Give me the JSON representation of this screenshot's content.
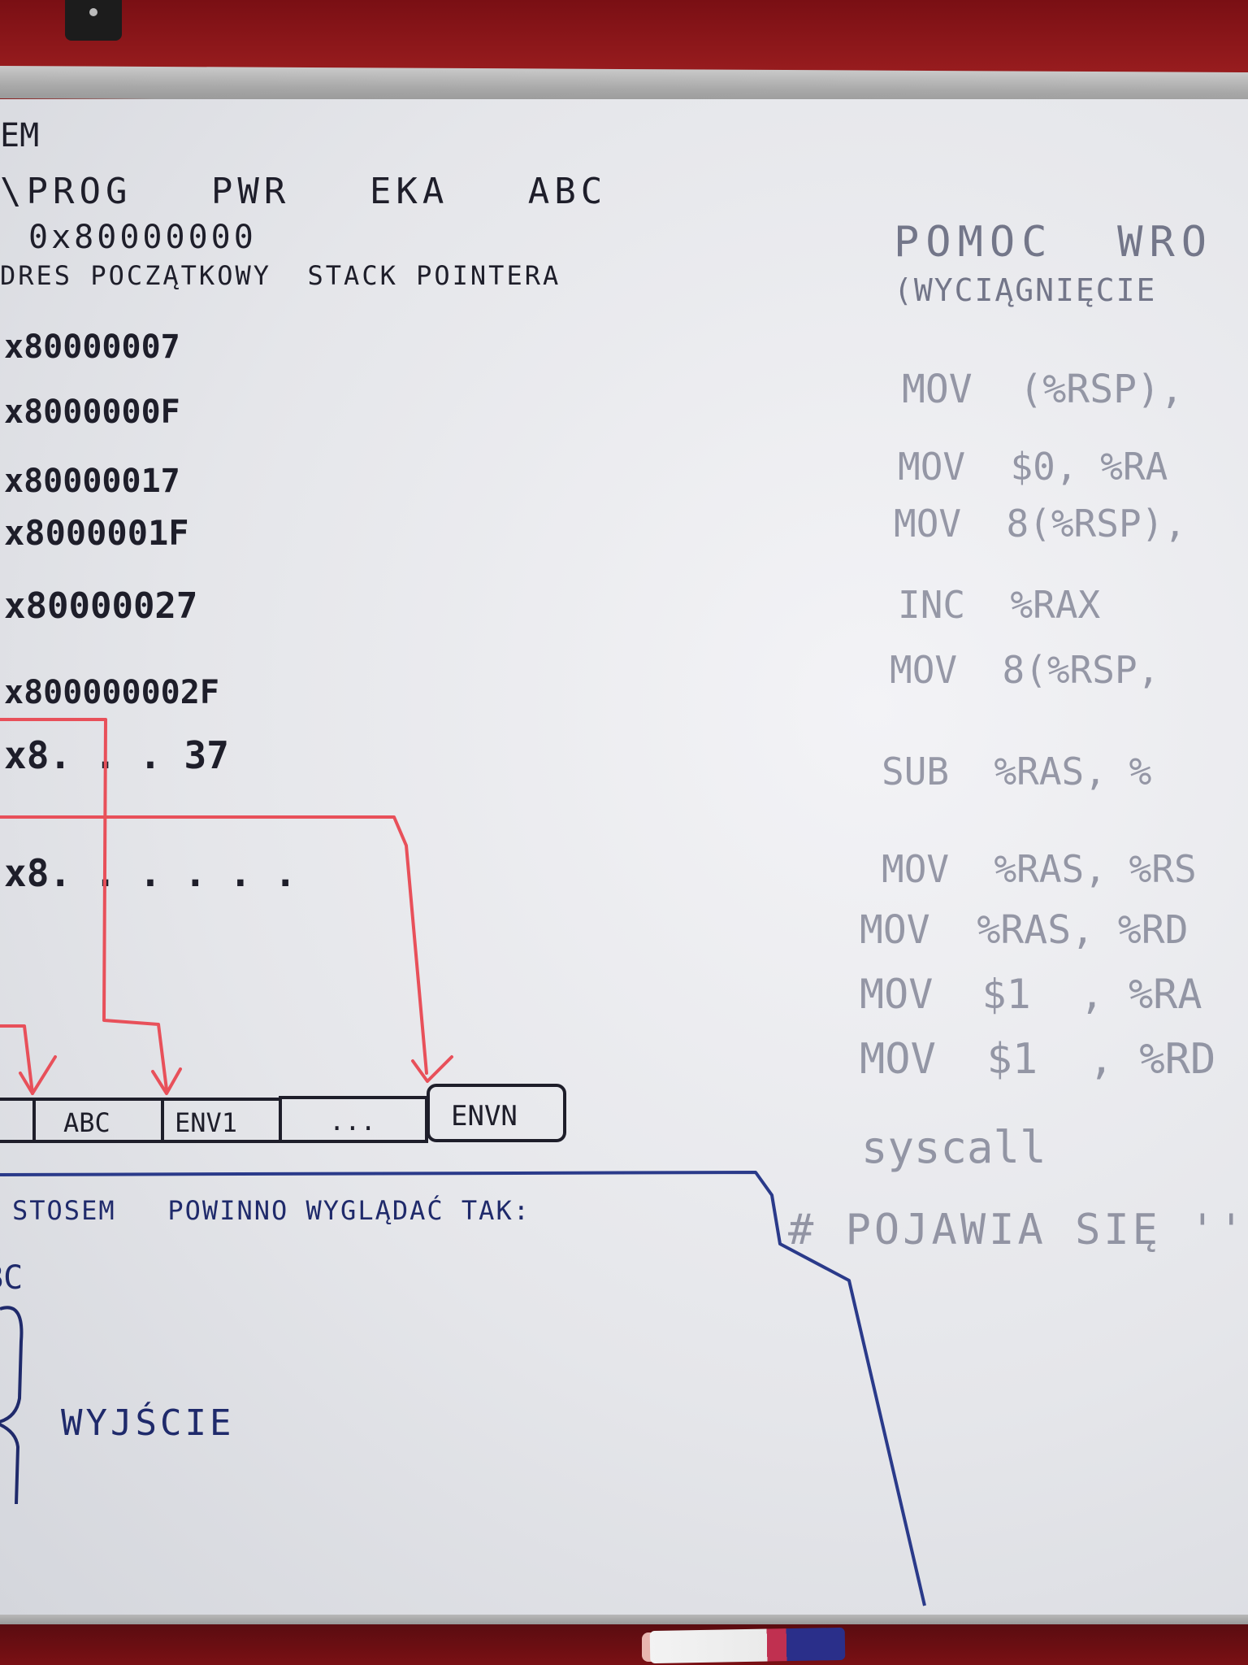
{
  "board": {
    "header_partial": "EM",
    "line_prog": "\\PROG   PWR   EKA   ABC",
    "address_base": "0x80000000",
    "stack_label": "DRES POCZĄTKOWY  STACK POINTERA",
    "addresses": [
      "x80000007",
      "x8000000F",
      "x80000017",
      "x8000001F",
      "x80000027",
      "x800000002F",
      "x8. . . 37",
      "x8. . . . . ."
    ],
    "stack_cells": [
      "ABC",
      "ENV1",
      "...",
      "ENVN"
    ],
    "blue_note": "STOSEM   POWINNO WYGLĄDAĆ TAK:",
    "blue_bc": "BC",
    "blue_output": "WYJŚCIE",
    "help_title": "POMOC  WRO",
    "help_subtitle": "(WYCIĄGNIĘCIE",
    "asm_lines": [
      "MOV  (%RSP),",
      "MOV  $0, %RA",
      "MOV  8(%RSP),",
      "INC  %RAX",
      "MOV  8(%RSP,",
      "SUB  %RAS, %",
      "MOV  %RAS, %RS",
      "MOV  %RAS, %RD",
      "MOV  $1  , %RA",
      "MOV  $1  , %RD",
      "syscall"
    ],
    "hash_note": "# POJAWIA SIĘ ''"
  },
  "colors": {
    "wall": "#8a1a1a",
    "board": "#e9eaee",
    "black_ink": "#1e1e2a",
    "navy_ink": "#1f2a6b",
    "red_ink": "#e8505a"
  }
}
